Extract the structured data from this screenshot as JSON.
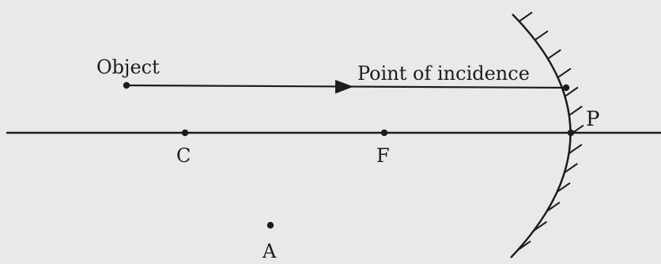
{
  "labels": {
    "object": "Object",
    "incidence": "Point of incidence",
    "pole": "P",
    "center": "C",
    "focus": "F",
    "point_a": "A"
  },
  "colors": {
    "ink": "#1c1c1c",
    "paper": "#e9e9e7"
  }
}
